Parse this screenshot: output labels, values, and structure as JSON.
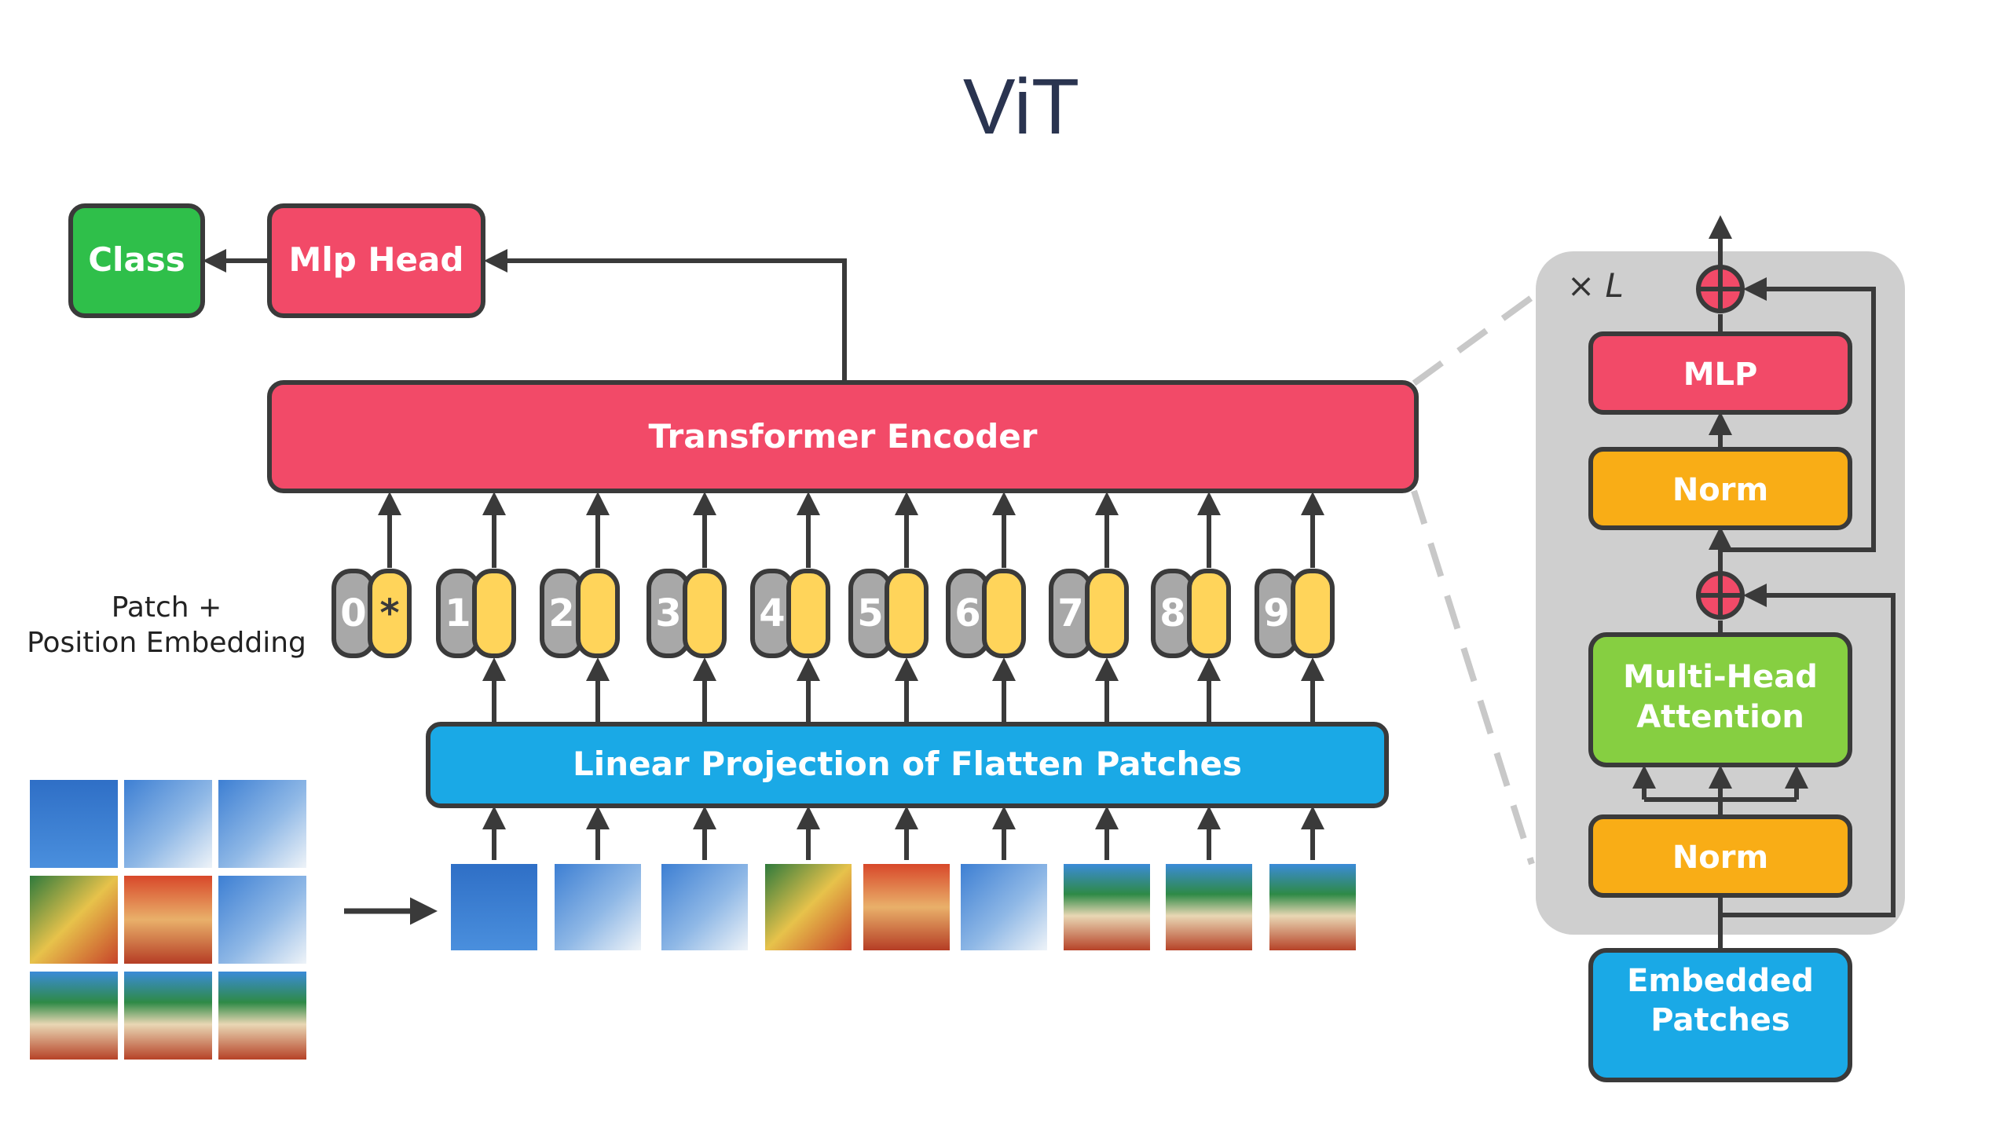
{
  "title": "ViT",
  "blocks": {
    "class_label": "Class",
    "mlp_head": "Mlp Head",
    "transformer_encoder": "Transformer Encoder",
    "linear_projection": "Linear Projection of Flatten Patches",
    "embedding_caption_line1": "Patch +",
    "embedding_caption_line2": "Position Embedding",
    "cls_token_mark": "*"
  },
  "tokens": [
    "0",
    "1",
    "2",
    "3",
    "4",
    "5",
    "6",
    "7",
    "8",
    "9"
  ],
  "encoder_block": {
    "repeat_label": "× L",
    "mlp": "MLP",
    "norm_top": "Norm",
    "attention_line1": "Multi-Head",
    "attention_line2": "Attention",
    "norm_bottom": "Norm",
    "embedded_line1": "Embedded",
    "embedded_line2": "Patches"
  },
  "colors": {
    "title": "#2a3450",
    "class_green": "#2fbf4a",
    "red": "#f24a68",
    "blue": "#1aa9e6",
    "orange": "#f9ad16",
    "light_green": "#86cf41",
    "token_gray": "#a8a8a8",
    "token_yellow": "#ffd45a",
    "panel_gray": "#cfcfcf",
    "outline": "#3a3a3a"
  }
}
